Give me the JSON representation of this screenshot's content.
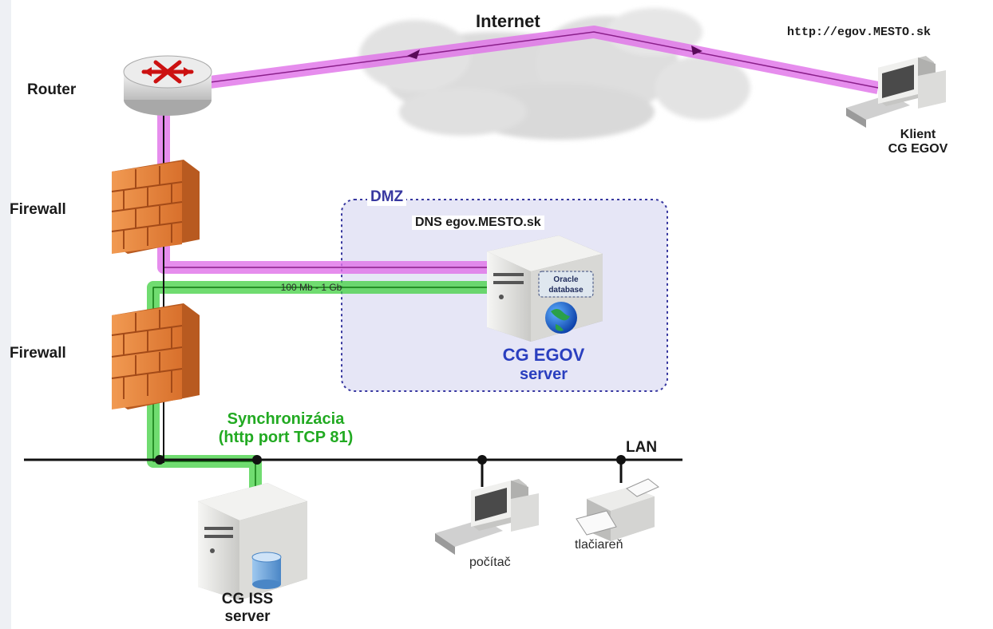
{
  "labels": {
    "internet": "Internet",
    "url": "http://egov.MESTO.sk",
    "router": "Router",
    "client_line1": "Klient",
    "client_line2": "CG EGOV",
    "firewall_top": "Firewall",
    "firewall_bottom": "Firewall",
    "dmz": "DMZ",
    "dns": "DNS egov.MESTO.sk",
    "link_speed": "100 Mb - 1 Gb",
    "oracle_line1": "Oracle",
    "oracle_line2": "database",
    "egov_server_line1": "CG EGOV",
    "egov_server_line2": "server",
    "sync_line1": "Synchronizácia",
    "sync_line2": "(http port TCP 81)",
    "lan": "LAN",
    "pc": "počítač",
    "printer": "tlačiareň",
    "iss_server_line1": "CG ISS",
    "iss_server_line2": "server"
  },
  "colors": {
    "internet_path": "#e070e8",
    "sync_path": "#40d040",
    "dmz_border": "#3838a0",
    "dmz_fill": "#e6e6f6",
    "server_label": "#2a3fbf",
    "sync_label": "#22aa22",
    "firewall": "#e8823a"
  },
  "icons": [
    "cloud-icon",
    "router-icon",
    "firewall-icon",
    "server-icon",
    "workstation-icon",
    "printer-icon",
    "globe-icon",
    "database-icon"
  ]
}
